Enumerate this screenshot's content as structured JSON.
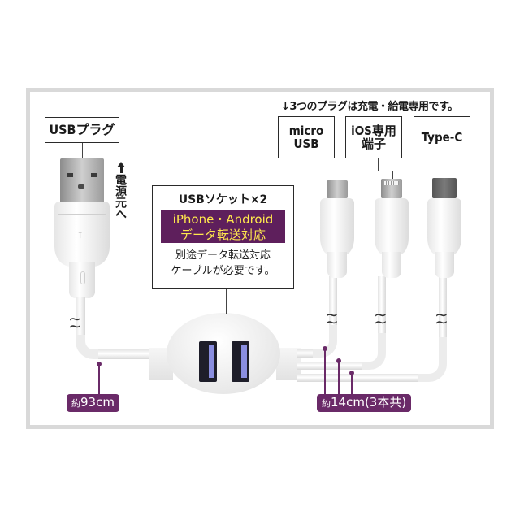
{
  "diagram": {
    "note_top": "↓3つのプラグは充電・給電専用です。",
    "usb_plug_label": "USBプラグ",
    "power_direction": "電源元へ",
    "plugs": [
      {
        "label_line1": "micro",
        "label_line2": "USB"
      },
      {
        "label_line1": "iOS専用",
        "label_line2": "端子"
      },
      {
        "label_line1": "Type-C",
        "label_line2": ""
      }
    ],
    "socket": {
      "title": "USBソケット×2",
      "highlight_line1": "iPhone・Android",
      "highlight_line2": "データ転送対応",
      "note_line1": "別途データ転送対応",
      "note_line2": "ケーブルが必要です。"
    },
    "length_main": {
      "prefix": "約",
      "value": "93cm"
    },
    "length_branches": {
      "prefix": "約",
      "value": "14cm",
      "suffix": "(3本共)"
    },
    "colors": {
      "accent_purple": "#6a2a68",
      "band_purple": "#5e1f5c",
      "highlight_yellow": "#ffe84d",
      "frame_gray": "#d9d9d9",
      "port_blue": "#8a8ee0"
    }
  }
}
